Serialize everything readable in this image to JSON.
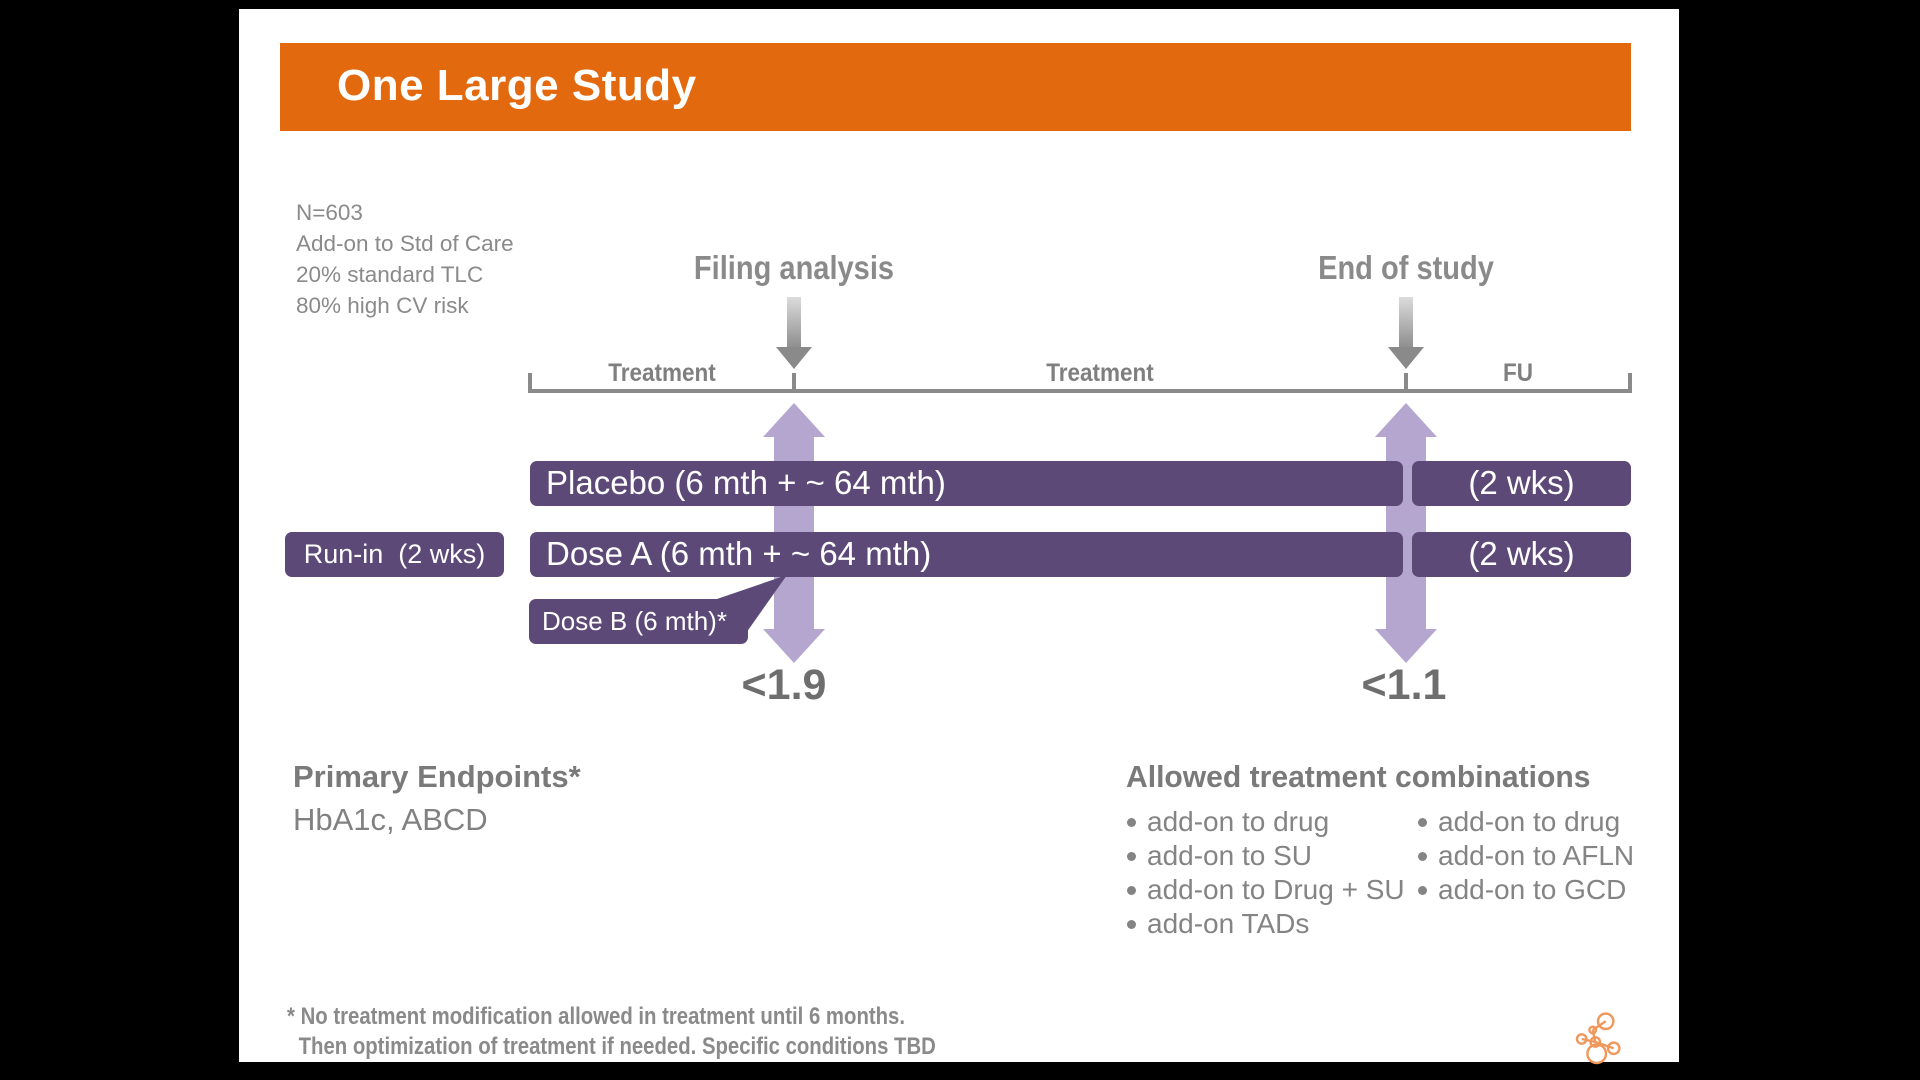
{
  "slide": {
    "title": "One Large Study",
    "study_info": {
      "line1": "N=603",
      "line2": "Add-on to Std of Care",
      "line3": "20% standard TLC",
      "line4": "80% high CV risk"
    },
    "milestones": {
      "filing": {
        "label": "Filing analysis",
        "value": "<1.9"
      },
      "end": {
        "label": "End of study",
        "value": "<1.1"
      }
    },
    "timeline": {
      "seg1": "Treatment",
      "seg2": "Treatment",
      "seg3": "FU"
    },
    "bars": {
      "placebo": "Placebo (6 mth + ~ 64 mth)",
      "placebo_fu": "(2 wks)",
      "dose_a": "Dose A (6 mth + ~ 64 mth)",
      "dose_a_fu": "(2 wks)",
      "run_in": "Run-in  (2 wks)",
      "dose_b": "Dose B (6 mth)*"
    },
    "primary_endpoints": {
      "heading": "Primary Endpoints*",
      "value": "HbA1c, ABCD"
    },
    "allowed": {
      "heading": "Allowed treatment combinations",
      "col1": {
        "item1": "add-on to drug",
        "item2": "add-on to SU",
        "item3": "add-on to Drug + SU",
        "item4": "add-on TADs"
      },
      "col2": {
        "item1": "add-on to drug",
        "item2": "add-on to AFLN",
        "item3": "add-on to GCD"
      }
    },
    "footnote": {
      "line1": "* No treatment modification allowed in treatment until 6 months.",
      "line2": "Then optimization of treatment if needed.  Specific conditions TBD"
    },
    "colors": {
      "accent_orange": "#E2690E",
      "purple_dark": "#5C4977",
      "purple_light": "#B5A6D0",
      "text_gray": "#7F7F7F"
    }
  }
}
